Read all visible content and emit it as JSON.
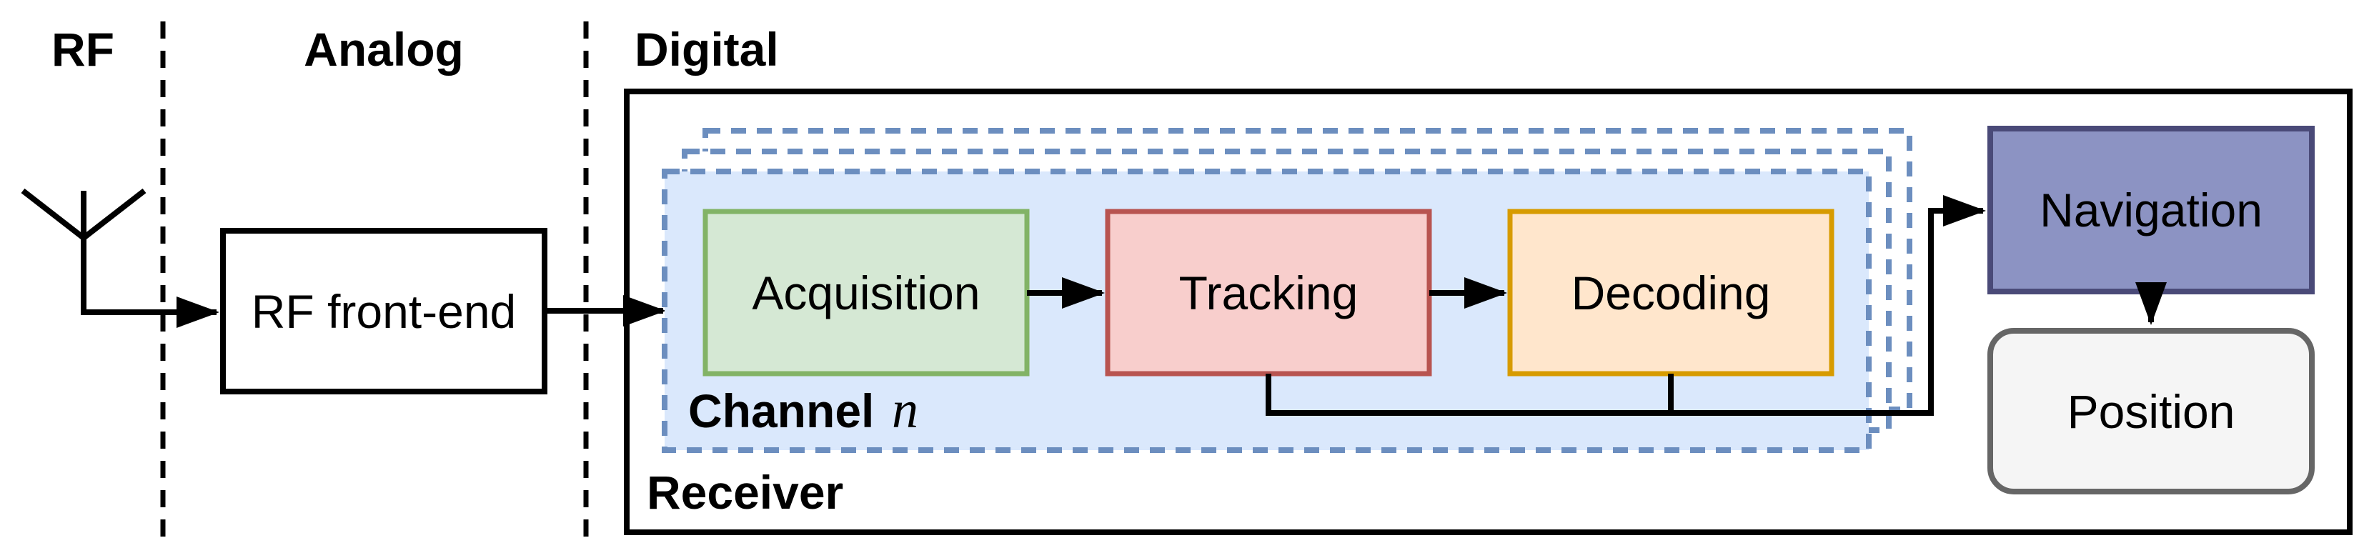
{
  "sections": {
    "rf_label": "RF",
    "analog_label": "Analog",
    "digital_label": "Digital"
  },
  "blocks": {
    "rf_front_end": "RF front-end",
    "acquisition": "Acquisition",
    "tracking": "Tracking",
    "decoding": "Decoding",
    "navigation": "Navigation",
    "position": "Position"
  },
  "receiver": {
    "label": "Receiver",
    "channel_label": "Channel",
    "channel_index": "n"
  },
  "icons": {
    "antenna": "antenna-icon",
    "arrowhead": "arrowhead-icon"
  },
  "colors": {
    "background": "#ffffff",
    "line": "#000000",
    "channel_fill": "#dae8fc",
    "channel_stroke": "#6c8ebf",
    "layer_fill": "#ffffff",
    "acquisition_fill": "#d5e8d4",
    "acquisition_stroke": "#82b366",
    "tracking_fill": "#f8cecc",
    "tracking_stroke": "#b85450",
    "decoding_fill": "#ffe6cc",
    "decoding_stroke": "#d79b00",
    "navigation_fill": "#8c93c3",
    "navigation_stroke": "#4a4a78",
    "position_fill": "#f5f5f5",
    "position_stroke": "#666666",
    "position_text": "#404040",
    "receiver_stroke": "#000000",
    "box_stroke": "#000000",
    "box_fill": "#ffffff"
  }
}
